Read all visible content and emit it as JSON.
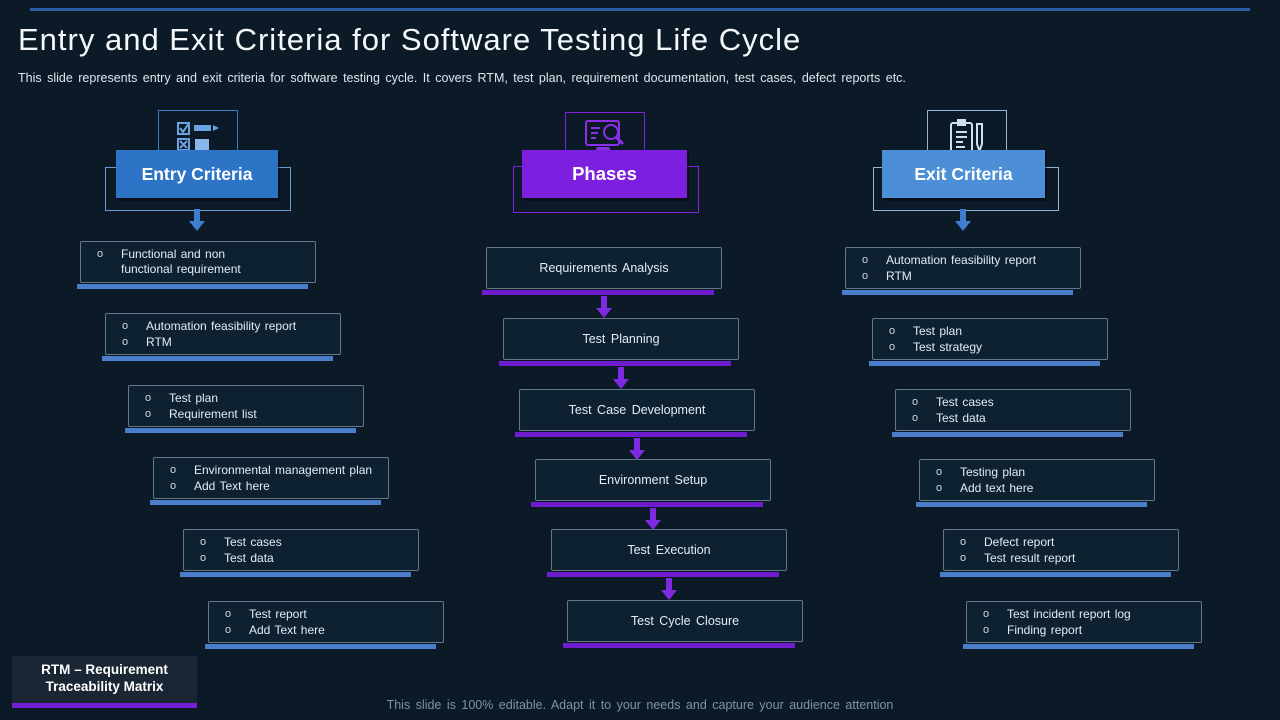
{
  "slide": {
    "title": "Entry and Exit Criteria for Software Testing Life Cycle",
    "subtitle": "This slide represents entry and exit criteria for software testing cycle. It covers RTM, test plan, requirement documentation, test cases, defect reports etc.",
    "legend": "RTM – Requirement Traceability Matrix",
    "footer": "This slide is 100% editable. Adapt it to your needs and capture your audience attention"
  },
  "colors": {
    "background": "#0c1a27",
    "entry_accent": "#2e74c6",
    "phases_accent": "#7d1fde",
    "exit_accent": "#4c8fd6",
    "blue_underline": "#4b7dcb",
    "purple_underline": "#6f1bce",
    "top_rule": "#2d5ca4"
  },
  "columns": [
    {
      "label": "Entry Criteria",
      "icon": "checklist-pencil-icon",
      "items": [
        [
          "Functional and non functional requirement"
        ],
        [
          "Automation feasibility report",
          "RTM"
        ],
        [
          "Test plan",
          "Requirement list"
        ],
        [
          "Environmental management plan",
          "Add Text here"
        ],
        [
          "Test cases",
          "Test data"
        ],
        [
          "Test report",
          "Add Text here"
        ]
      ]
    },
    {
      "label": "Phases",
      "icon": "monitor-search-icon",
      "items": [
        [
          "Requirements Analysis"
        ],
        [
          "Test Planning"
        ],
        [
          "Test Case Development"
        ],
        [
          "Environment Setup"
        ],
        [
          "Test Execution"
        ],
        [
          "Test Cycle Closure"
        ]
      ]
    },
    {
      "label": "Exit Criteria",
      "icon": "clipboard-pen-icon",
      "items": [
        [
          "Automation feasibility report",
          "RTM"
        ],
        [
          "Test plan",
          "Test strategy"
        ],
        [
          "Test cases",
          "Test data"
        ],
        [
          "Testing plan",
          "Add text here"
        ],
        [
          "Defect report",
          "Test result report"
        ],
        [
          "Test incident report log",
          "Finding report"
        ]
      ]
    }
  ]
}
